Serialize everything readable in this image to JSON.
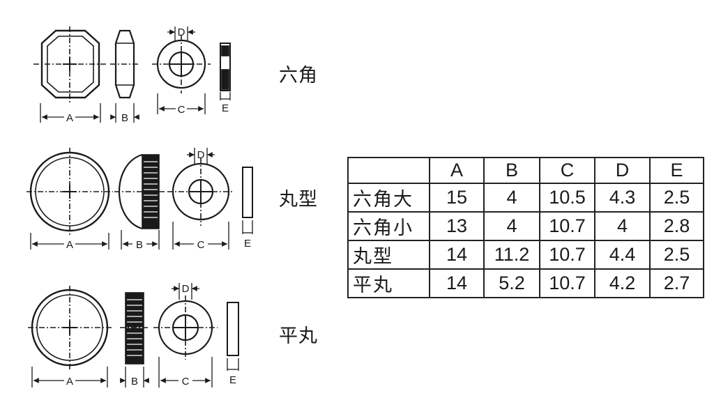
{
  "labels": {
    "hex": "六角",
    "round": "丸型",
    "flat": "平丸"
  },
  "dim_letters": {
    "a": "A",
    "b": "B",
    "c": "C",
    "d": "D",
    "e": "E"
  },
  "table": {
    "columns": [
      "",
      "A",
      "B",
      "C",
      "D",
      "E"
    ],
    "rows": [
      {
        "name": "六角大",
        "values": [
          "15",
          "4",
          "10.5",
          "4.3",
          "2.5"
        ]
      },
      {
        "name": "六角小",
        "values": [
          "13",
          "4",
          "10.7",
          "4",
          "2.8"
        ]
      },
      {
        "name": "丸型",
        "values": [
          "14",
          "11.2",
          "10.7",
          "4.4",
          "2.5"
        ]
      },
      {
        "name": "平丸",
        "values": [
          "14",
          "5.2",
          "10.7",
          "4.2",
          "2.7"
        ]
      }
    ]
  }
}
